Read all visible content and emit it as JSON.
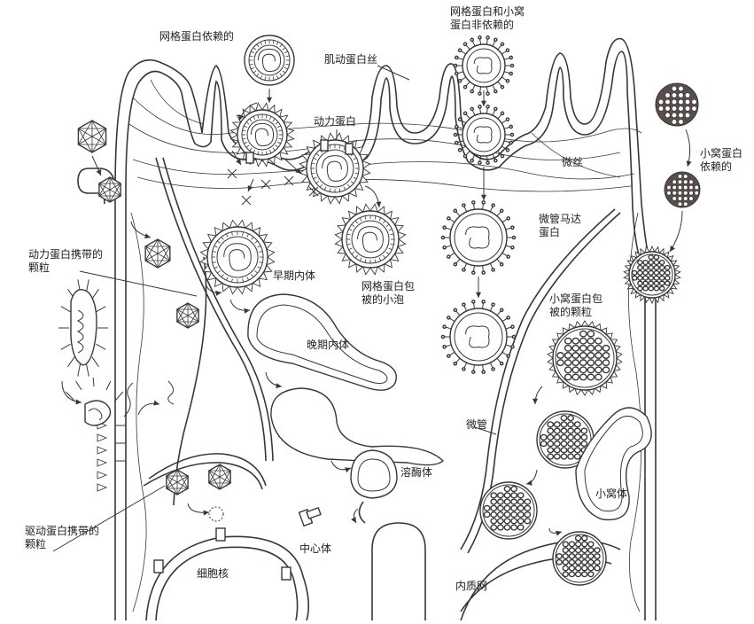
{
  "figure": {
    "labels": {
      "clathrin_dependent": "网格蛋白依赖的",
      "clathrin_caveolin_independent": "网格蛋白和小窝\n蛋白非依赖的",
      "actin_filament": "肌动蛋白丝",
      "dynamin": "动力蛋白",
      "microfilament": "微丝",
      "caveolin_dependent": "小窝蛋白\n依赖的",
      "dynein_particle": "动力蛋白携带的\n颗粒",
      "early_endosome": "早期内体",
      "clathrin_coated_vesicle": "网格蛋白包\n被的小泡",
      "microtubule_motor": "微管马达\n蛋白",
      "caveolin_coated_particle": "小窝蛋白包\n被的颗粒",
      "late_endosome": "晚期内体",
      "microtubule": "微管",
      "caveosome": "小窝体",
      "lysosome": "溶酶体",
      "kinesin_particle": "驱动蛋白携带的\n颗粒",
      "centrosome": "中心体",
      "nucleus": "细胞核",
      "er": "内质网"
    }
  }
}
